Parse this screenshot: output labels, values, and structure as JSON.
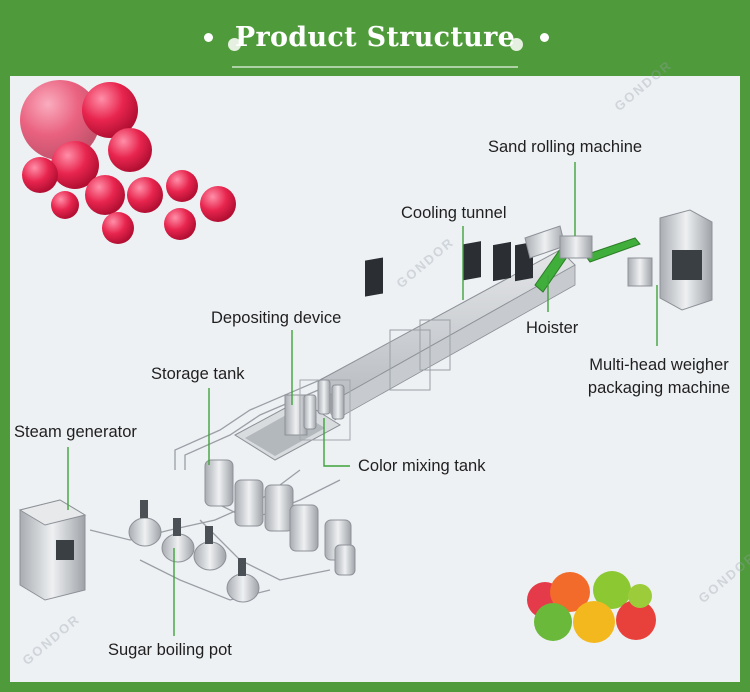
{
  "header": {
    "title": "Product Structure"
  },
  "labels": {
    "sand_rolling": "Sand rolling machine",
    "cooling_tunnel": "Cooling tunnel",
    "depositing": "Depositing device",
    "storage_tank": "Storage tank",
    "steam_generator": "Steam generator",
    "color_mixing": "Color mixing tank",
    "hoister": "Hoister",
    "multihead_line1": "Multi-head weigher",
    "multihead_line2": "packaging machine",
    "sugar_boiling": "Sugar boiling pot"
  },
  "watermark": "GONDOR",
  "colors": {
    "brand_green": "#4f9a3a",
    "leader_green": "#3fa33a",
    "panel_bg": "#eef1f4"
  }
}
